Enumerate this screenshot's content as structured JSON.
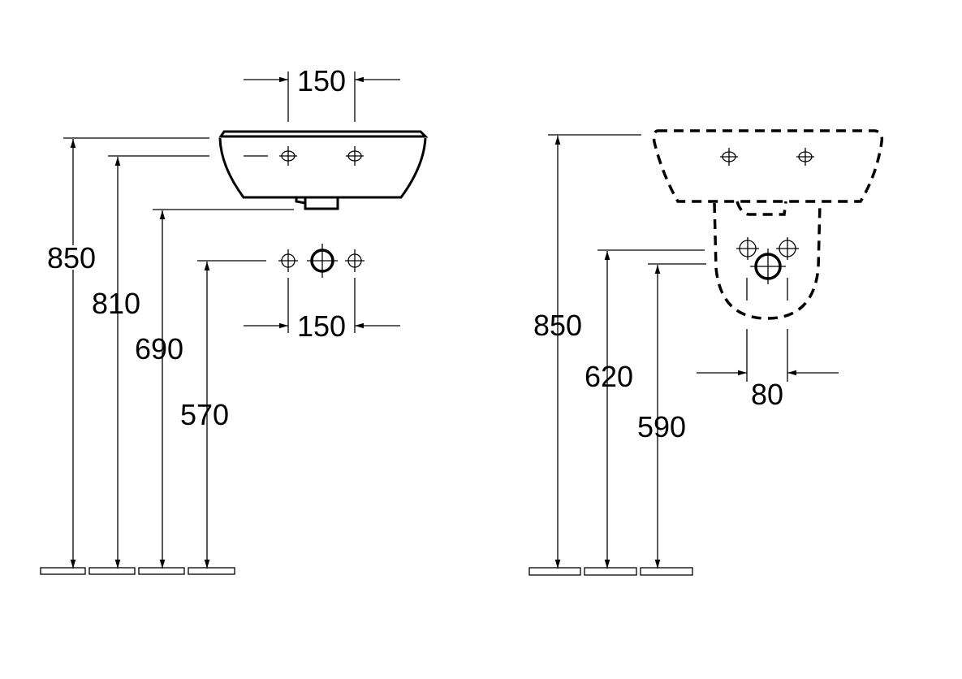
{
  "left_view": {
    "tap_spacing": "150",
    "supply_spacing": "150",
    "height_rim": "850",
    "height_taps": "810",
    "height_waste": "690",
    "height_supply": "570"
  },
  "right_view": {
    "height_rim": "850",
    "height_supply": "620",
    "height_waste": "590",
    "pedestal_spacing": "80"
  },
  "colors": {
    "line": "#000000",
    "background": "#ffffff"
  }
}
